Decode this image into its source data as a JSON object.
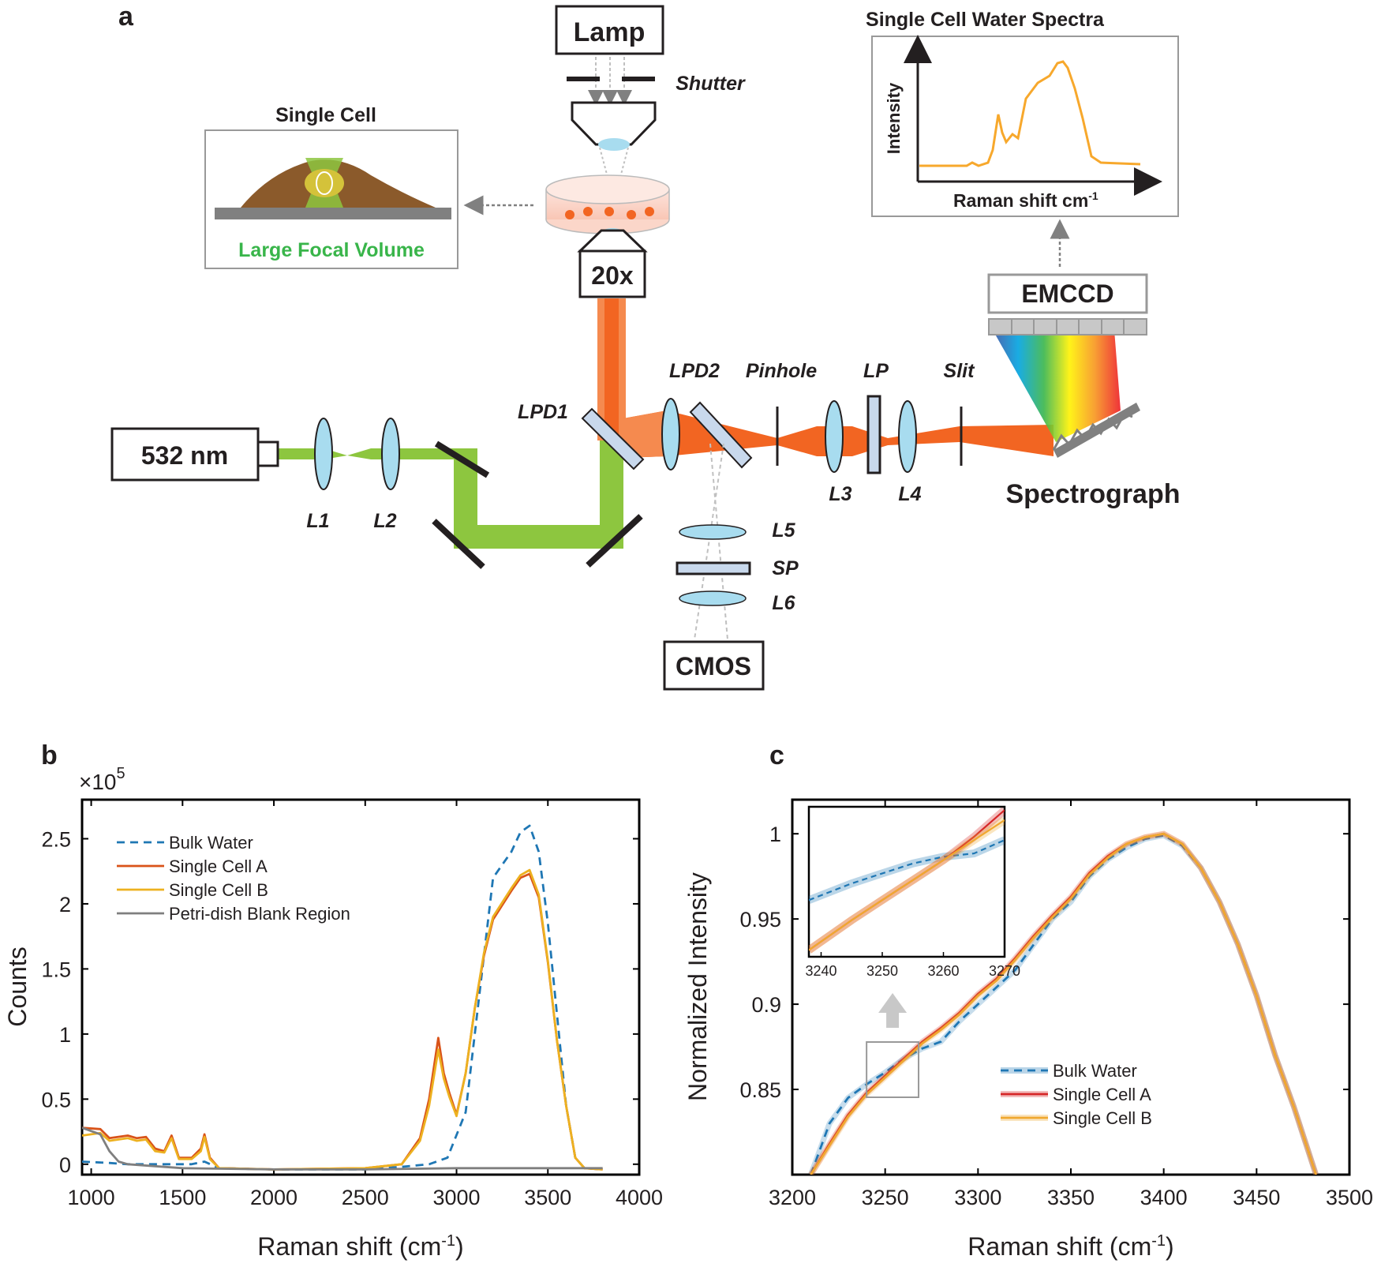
{
  "figure": {
    "panel_a": {
      "letter": "a",
      "laser": "532 nm",
      "lamp": "Lamp",
      "shutter": "Shutter",
      "objective": "20x",
      "single_cell_title": "Single Cell",
      "focal_label": "Large Focal Volume",
      "spectra_title": "Single Cell Water Spectra",
      "spectra_ylabel": "Intensity",
      "spectra_xlabel": "Raman shift cm",
      "spectra_xlabel_sup": "-1",
      "emccd": "EMCCD",
      "cmos": "CMOS",
      "spectrograph": "Spectrograph",
      "optics": {
        "l1": "L1",
        "l2": "L2",
        "l3": "L3",
        "l4": "L4",
        "l5": "L5",
        "l6": "L6",
        "lpd1": "LPD1",
        "lpd2": "LPD2",
        "pinhole": "Pinhole",
        "lp": "LP",
        "slit": "Slit",
        "sp": "SP"
      },
      "colors": {
        "green_beam": "#8dc63f",
        "orange_beam": "#f26522",
        "lens": "#a8dcef",
        "cell": "#8b5a2b",
        "focal_text": "#39b54a",
        "spectrum": "#f7a82c"
      }
    },
    "panel_b": {
      "letter": "b",
      "exponent_prefix": "×10",
      "exponent_power": "5",
      "ylabel": "Counts",
      "xlabel": "Raman shift (cm",
      "xlabel_sup": "-1",
      "xlabel_close": ")"
    },
    "panel_c": {
      "letter": "c",
      "ylabel": "Normalized Intensity",
      "xlabel": "Raman shift (cm",
      "xlabel_sup": "-1",
      "xlabel_close": ")"
    }
  },
  "chart_data": [
    {
      "type": "line",
      "panel": "b",
      "xlabel": "Raman shift (cm-1)",
      "ylabel": "Counts",
      "y_multiplier": "x10^5",
      "xlim": [
        950,
        4000
      ],
      "ylim": [
        -0.08,
        2.8
      ],
      "xticks": [
        "1000",
        "1500",
        "2000",
        "2500",
        "3000",
        "3500",
        "4000"
      ],
      "yticks": [
        "0",
        "0.5",
        "1",
        "1.5",
        "2",
        "2.5"
      ],
      "legend_position": "top-left",
      "series": [
        {
          "name": "Bulk Water",
          "color": "#1f77b4",
          "dashed": true,
          "x": [
            950,
            1100,
            1200,
            1400,
            1550,
            1620,
            1700,
            2000,
            2500,
            2700,
            2850,
            2950,
            3050,
            3150,
            3200,
            3300,
            3350,
            3400,
            3450,
            3500,
            3550,
            3600,
            3650,
            3700,
            3800
          ],
          "y": [
            0.02,
            0.01,
            0.0,
            0.0,
            0.0,
            0.02,
            -0.03,
            -0.04,
            -0.04,
            -0.02,
            0.0,
            0.05,
            0.4,
            1.6,
            2.2,
            2.4,
            2.55,
            2.6,
            2.4,
            1.85,
            1.15,
            0.45,
            0.05,
            -0.03,
            -0.04
          ]
        },
        {
          "name": "Single Cell A",
          "color": "#d95319",
          "dashed": false,
          "x": [
            950,
            1050,
            1100,
            1200,
            1250,
            1300,
            1350,
            1400,
            1440,
            1480,
            1550,
            1600,
            1620,
            1650,
            1700,
            2000,
            2500,
            2700,
            2800,
            2850,
            2900,
            2930,
            2960,
            3000,
            3050,
            3100,
            3150,
            3200,
            3300,
            3350,
            3400,
            3450,
            3500,
            3550,
            3600,
            3650,
            3700,
            3800
          ],
          "y": [
            0.28,
            0.27,
            0.2,
            0.22,
            0.2,
            0.21,
            0.12,
            0.1,
            0.22,
            0.05,
            0.05,
            0.12,
            0.23,
            0.05,
            -0.03,
            -0.04,
            -0.03,
            0.0,
            0.2,
            0.5,
            0.97,
            0.7,
            0.55,
            0.38,
            0.7,
            1.2,
            1.6,
            1.88,
            2.1,
            2.2,
            2.23,
            2.05,
            1.55,
            0.95,
            0.45,
            0.05,
            -0.03,
            -0.04
          ]
        },
        {
          "name": "Single Cell B",
          "color": "#edb120",
          "dashed": false,
          "x": [
            950,
            1050,
            1100,
            1200,
            1250,
            1300,
            1350,
            1400,
            1440,
            1480,
            1550,
            1600,
            1620,
            1650,
            1700,
            2000,
            2500,
            2700,
            2800,
            2850,
            2900,
            2930,
            2960,
            3000,
            3050,
            3100,
            3150,
            3200,
            3300,
            3350,
            3400,
            3450,
            3500,
            3550,
            3600,
            3650,
            3700,
            3800
          ],
          "y": [
            0.22,
            0.24,
            0.18,
            0.2,
            0.18,
            0.19,
            0.1,
            0.09,
            0.2,
            0.04,
            0.04,
            0.1,
            0.21,
            0.04,
            -0.03,
            -0.04,
            -0.03,
            0.0,
            0.18,
            0.45,
            0.88,
            0.66,
            0.52,
            0.37,
            0.7,
            1.2,
            1.62,
            1.9,
            2.12,
            2.22,
            2.26,
            2.07,
            1.56,
            0.95,
            0.45,
            0.05,
            -0.03,
            -0.04
          ]
        },
        {
          "name": "Petri-dish Blank Region",
          "color": "#7f7f7f",
          "dashed": false,
          "x": [
            950,
            1050,
            1100,
            1150,
            1200,
            1500,
            2000,
            2500,
            3000,
            3500,
            3800
          ],
          "y": [
            0.28,
            0.23,
            0.1,
            0.02,
            0.0,
            -0.03,
            -0.04,
            -0.04,
            -0.03,
            -0.03,
            -0.03
          ]
        }
      ]
    },
    {
      "type": "line",
      "panel": "c",
      "xlabel": "Raman shift (cm-1)",
      "ylabel": "Normalized Intensity",
      "xlim": [
        3200,
        3500
      ],
      "ylim": [
        0.8,
        1.02
      ],
      "xticks": [
        "3200",
        "3250",
        "3300",
        "3350",
        "3400",
        "3450",
        "3500"
      ],
      "yticks": [
        "0.85",
        "0.9",
        "0.95",
        "1"
      ],
      "legend_position": "bottom-right",
      "series": [
        {
          "name": "Bulk Water",
          "color": "#1f77b4",
          "dashed": true,
          "x": [
            3210,
            3220,
            3230,
            3240,
            3250,
            3260,
            3270,
            3280,
            3290,
            3300,
            3310,
            3320,
            3330,
            3340,
            3350,
            3360,
            3370,
            3380,
            3390,
            3400,
            3410,
            3420,
            3430,
            3440,
            3450,
            3460,
            3470,
            3482
          ],
          "y": [
            0.8,
            0.83,
            0.845,
            0.853,
            0.86,
            0.868,
            0.874,
            0.878,
            0.89,
            0.9,
            0.91,
            0.92,
            0.935,
            0.95,
            0.96,
            0.975,
            0.985,
            0.992,
            0.997,
            0.999,
            0.993,
            0.98,
            0.96,
            0.935,
            0.905,
            0.87,
            0.84,
            0.8
          ]
        },
        {
          "name": "Single Cell A",
          "color": "#d62728",
          "dashed": false,
          "x": [
            3210,
            3220,
            3230,
            3240,
            3250,
            3260,
            3270,
            3280,
            3290,
            3300,
            3310,
            3320,
            3330,
            3340,
            3350,
            3360,
            3370,
            3380,
            3390,
            3400,
            3410,
            3420,
            3430,
            3440,
            3450,
            3460,
            3470,
            3482
          ],
          "y": [
            0.8,
            0.818,
            0.835,
            0.848,
            0.858,
            0.868,
            0.878,
            0.886,
            0.895,
            0.906,
            0.915,
            0.927,
            0.94,
            0.952,
            0.963,
            0.977,
            0.987,
            0.994,
            0.998,
            1.0,
            0.994,
            0.98,
            0.96,
            0.935,
            0.905,
            0.87,
            0.84,
            0.8
          ]
        },
        {
          "name": "Single Cell B",
          "color": "#f0a830",
          "dashed": false,
          "x": [
            3210,
            3220,
            3230,
            3240,
            3250,
            3260,
            3270,
            3280,
            3290,
            3300,
            3310,
            3320,
            3330,
            3340,
            3350,
            3360,
            3370,
            3380,
            3390,
            3400,
            3410,
            3420,
            3430,
            3440,
            3450,
            3460,
            3470,
            3482
          ],
          "y": [
            0.8,
            0.817,
            0.834,
            0.847,
            0.857,
            0.867,
            0.877,
            0.885,
            0.894,
            0.905,
            0.914,
            0.926,
            0.939,
            0.951,
            0.962,
            0.976,
            0.986,
            0.994,
            0.998,
            1.0,
            0.994,
            0.98,
            0.96,
            0.935,
            0.905,
            0.87,
            0.84,
            0.8
          ]
        }
      ],
      "inset": {
        "xlim": [
          3238,
          3270
        ],
        "ylim": [
          0.835,
          0.88
        ],
        "xticks": [
          "3240",
          "3250",
          "3260",
          "3270"
        ],
        "series": [
          {
            "name": "Bulk Water",
            "x": [
              3238,
              3245,
              3250,
              3255,
              3260,
              3265,
              3270
            ],
            "y": [
              0.852,
              0.857,
              0.86,
              0.863,
              0.865,
              0.866,
              0.87
            ]
          },
          {
            "name": "Single Cell A",
            "x": [
              3238,
              3245,
              3250,
              3255,
              3260,
              3265,
              3270
            ],
            "y": [
              0.837,
              0.846,
              0.852,
              0.858,
              0.864,
              0.871,
              0.879
            ]
          },
          {
            "name": "Single Cell B",
            "x": [
              3238,
              3245,
              3250,
              3255,
              3260,
              3265,
              3270
            ],
            "y": [
              0.837,
              0.846,
              0.852,
              0.858,
              0.864,
              0.87,
              0.876
            ]
          }
        ]
      }
    }
  ]
}
